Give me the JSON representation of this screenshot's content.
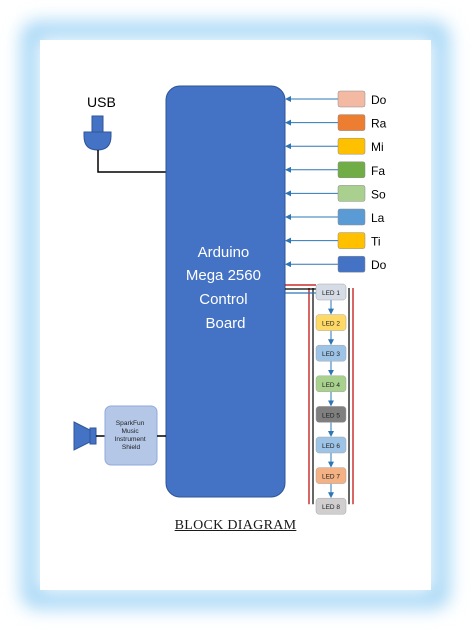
{
  "board": {
    "lines": [
      "Arduino",
      "Mega 2560",
      "Control",
      "Board"
    ]
  },
  "usb": {
    "label": "USB"
  },
  "shield": {
    "lines": [
      "SparkFun",
      "Music",
      "Instrument",
      "Shield"
    ]
  },
  "buttons": [
    {
      "label": "Do",
      "color": "#f4b9a3"
    },
    {
      "label": "Ra",
      "color": "#ed7d31"
    },
    {
      "label": "Mi",
      "color": "#ffc000"
    },
    {
      "label": "Fa",
      "color": "#70ad47"
    },
    {
      "label": "So",
      "color": "#a9d08e"
    },
    {
      "label": "La",
      "color": "#5b9bd5"
    },
    {
      "label": "Ti",
      "color": "#ffc000"
    },
    {
      "label": "Do",
      "color": "#4472c4"
    }
  ],
  "leds": [
    {
      "label": "LED 1",
      "color": "#d6dce5"
    },
    {
      "label": "LED 2",
      "color": "#ffd966"
    },
    {
      "label": "LED 3",
      "color": "#9dc3e6"
    },
    {
      "label": "LED 4",
      "color": "#a9d18e"
    },
    {
      "label": "LED 5",
      "color": "#7f7f7f"
    },
    {
      "label": "LED 6",
      "color": "#9dc3e6"
    },
    {
      "label": "LED 7",
      "color": "#f4b183"
    },
    {
      "label": "LED 8",
      "color": "#d0cece"
    }
  ],
  "colors": {
    "board": "#4472c4",
    "board_stroke": "#2f5597",
    "shield": "#b4c7e7",
    "glow": "#9dd3f5",
    "wire": "#000000",
    "wire_red": "#c00000",
    "wire_blue": "#2e75b6"
  },
  "caption": "BLOCK DIAGRAM"
}
